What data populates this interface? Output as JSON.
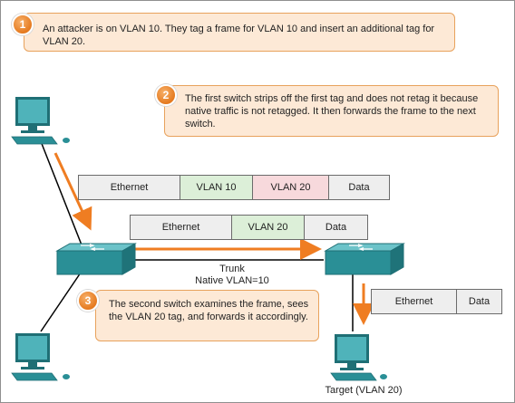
{
  "callouts": [
    {
      "number": "1",
      "text": "An attacker is on VLAN 10. They tag a frame for VLAN 10 and insert an additional tag for VLAN 20."
    },
    {
      "number": "2",
      "text": "The first switch strips off the first tag and does not retag it because native traffic is not retagged. It then forwards the frame to the next switch."
    },
    {
      "number": "3",
      "text": "The second switch examines the frame, sees the VLAN 20 tag, and forwards it accordingly."
    }
  ],
  "frames": {
    "original": [
      "Ethernet",
      "VLAN 10",
      "VLAN 20",
      "Data"
    ],
    "after_first_switch": [
      "Ethernet",
      "VLAN 20",
      "Data"
    ],
    "delivered": [
      "Ethernet",
      "Data"
    ]
  },
  "trunk": {
    "label": "Trunk",
    "native": "Native VLAN=10"
  },
  "target_label": "Target (VLAN 20)",
  "colors": {
    "accent": "#ef7d22",
    "switch": "#2a8f96",
    "pc": "#2b8e94"
  }
}
